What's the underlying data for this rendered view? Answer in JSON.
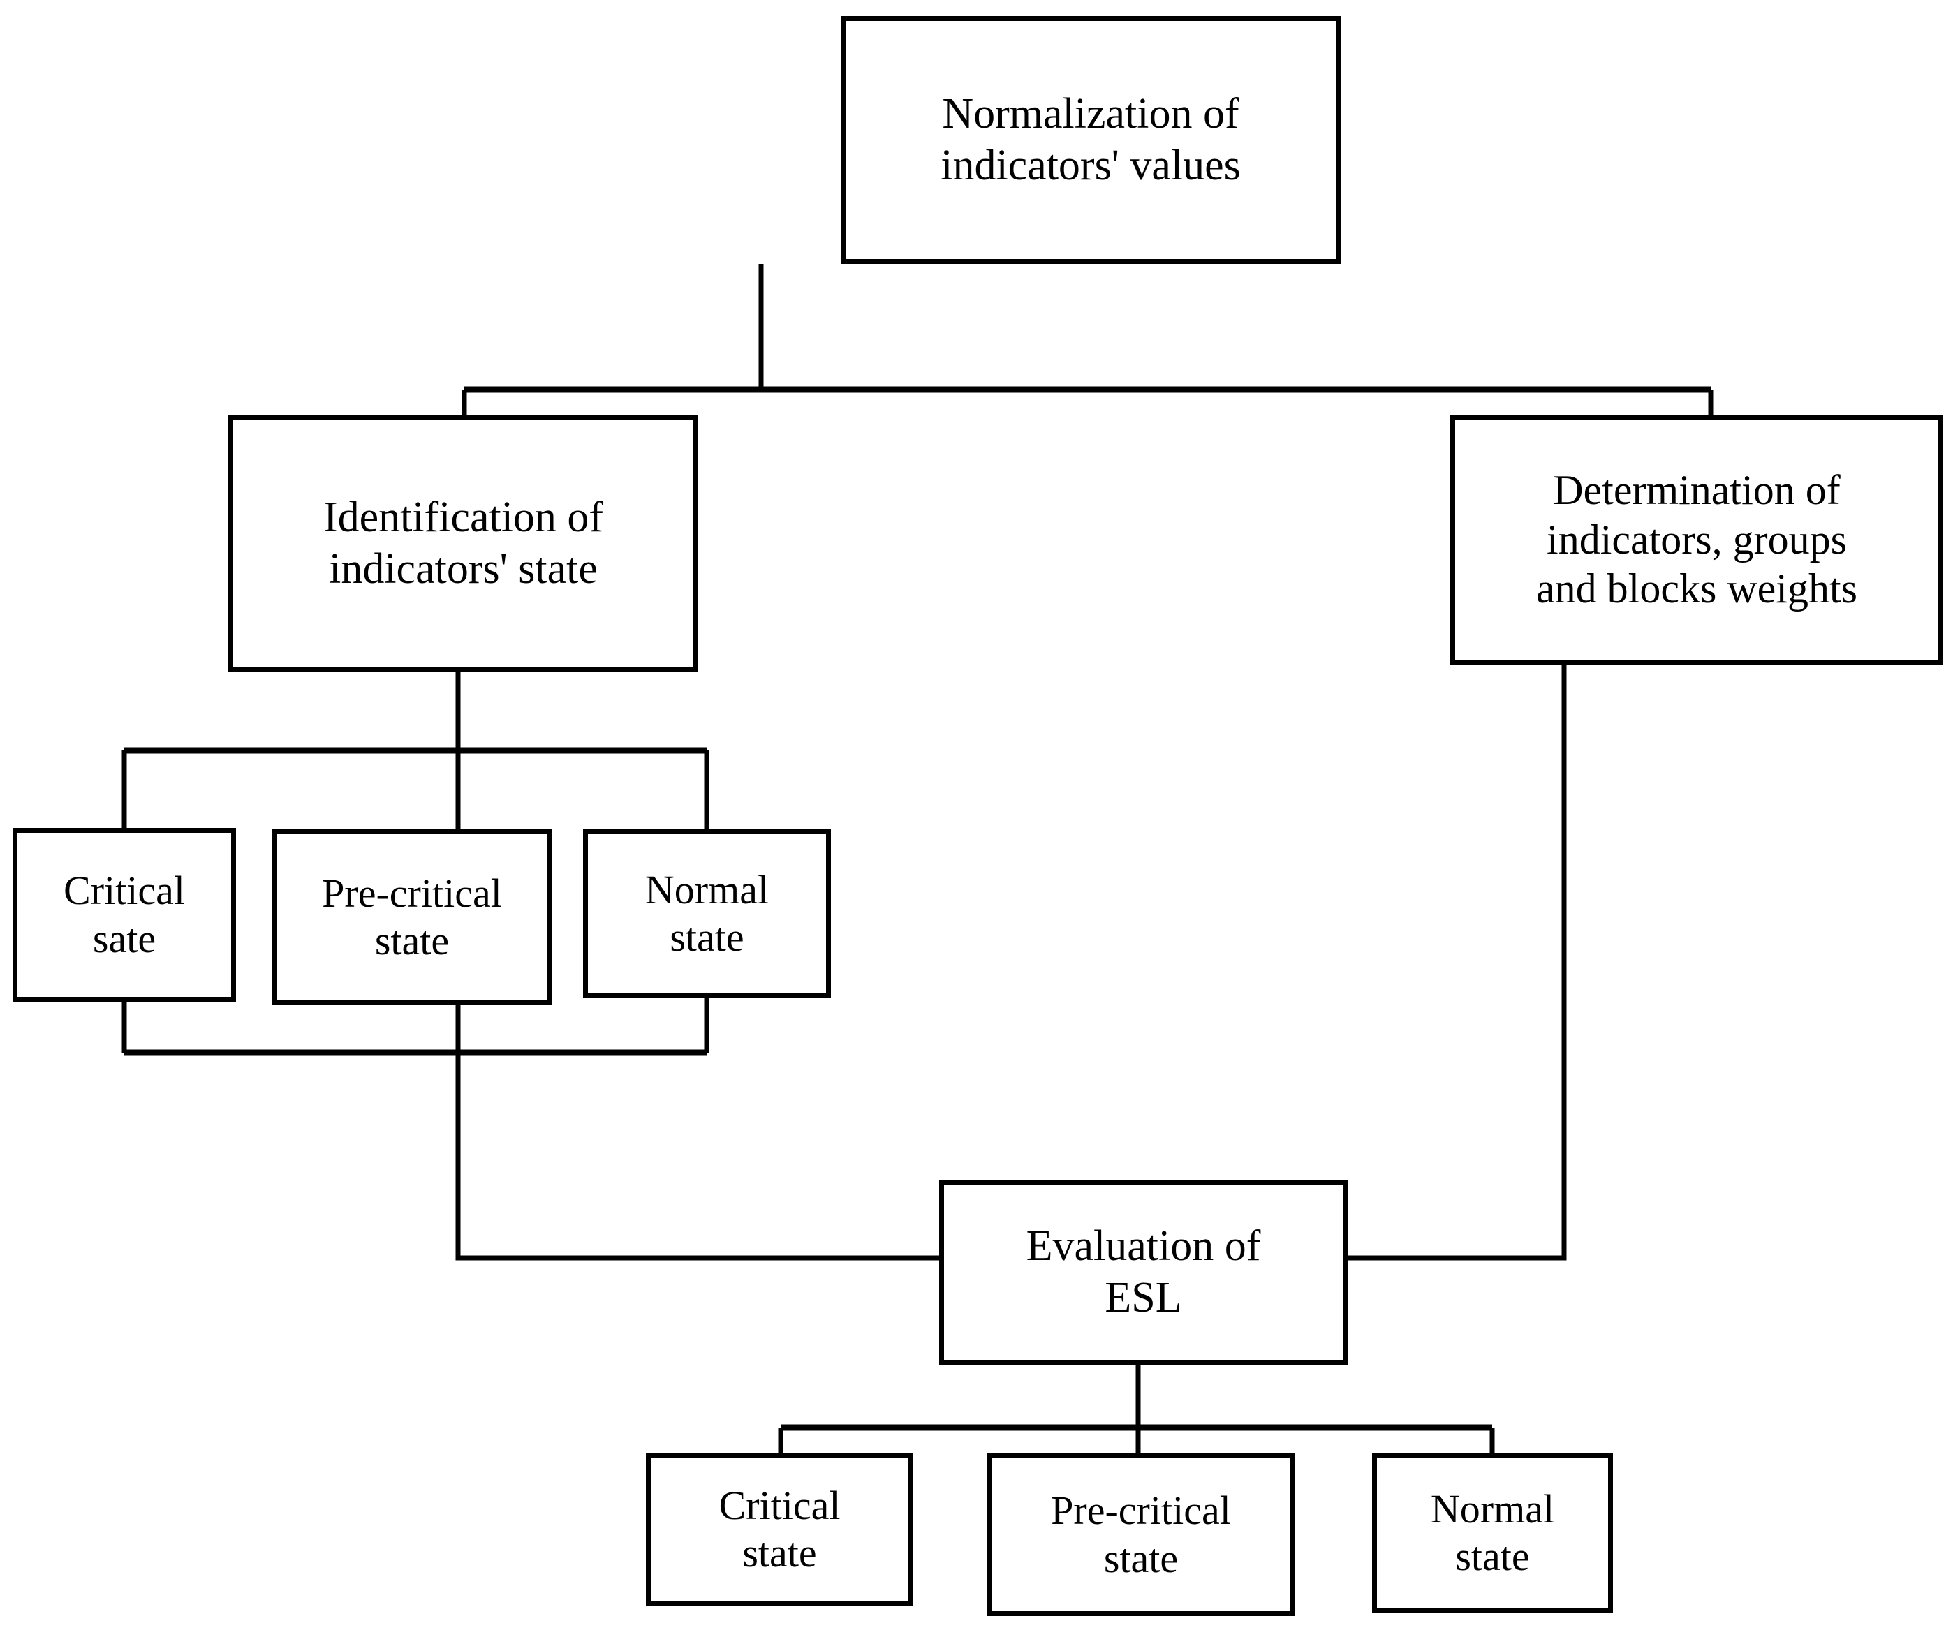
{
  "diagram": {
    "type": "flowchart",
    "title": "",
    "background_color": "#ffffff",
    "line_color": "#000000",
    "box_border_color": "#000000",
    "box_fill_color": "#ffffff",
    "nodes": {
      "normalization": {
        "label": "Normalization of\nindicators' values"
      },
      "identification": {
        "label": "Identification of\nindicators' state"
      },
      "determination": {
        "label": "Determination of\nindicators, groups\nand blocks weights"
      },
      "ind_critical": {
        "label": "Critical\nsate"
      },
      "ind_precritical": {
        "label": "Pre-critical\nstate"
      },
      "ind_normal": {
        "label": "Normal\nstate"
      },
      "evaluation": {
        "label": "Evaluation of\nESL"
      },
      "esl_critical": {
        "label": "Critical\nstate"
      },
      "esl_precritical": {
        "label": "Pre-critical\nstate"
      },
      "esl_normal": {
        "label": "Normal\nstate"
      }
    },
    "edges": [
      {
        "from": "normalization",
        "to": "identification"
      },
      {
        "from": "normalization",
        "to": "determination"
      },
      {
        "from": "identification",
        "to": "ind_critical"
      },
      {
        "from": "identification",
        "to": "ind_precritical"
      },
      {
        "from": "identification",
        "to": "ind_normal"
      },
      {
        "from": "ind_critical",
        "to": "evaluation"
      },
      {
        "from": "ind_precritical",
        "to": "evaluation"
      },
      {
        "from": "ind_normal",
        "to": "evaluation"
      },
      {
        "from": "determination",
        "to": "evaluation"
      },
      {
        "from": "evaluation",
        "to": "esl_critical"
      },
      {
        "from": "evaluation",
        "to": "esl_precritical"
      },
      {
        "from": "evaluation",
        "to": "esl_normal"
      }
    ]
  }
}
